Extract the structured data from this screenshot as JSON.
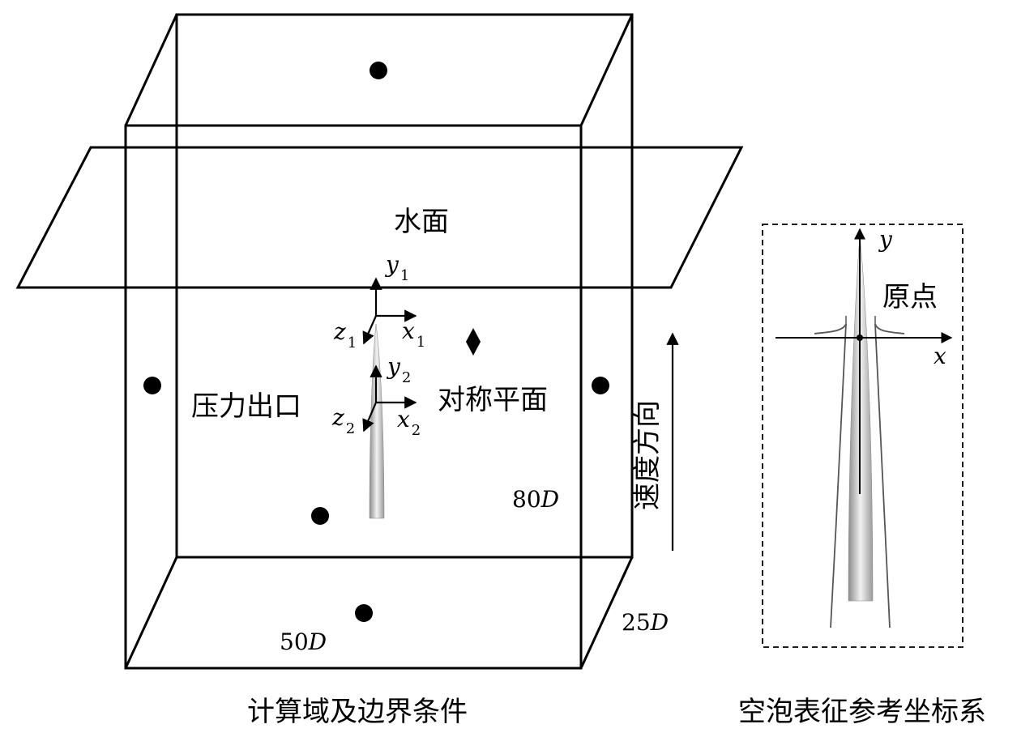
{
  "left_panel": {
    "water_surface": "水面",
    "pressure_outlet": "压力出口",
    "symmetry_plane": "对称平面",
    "velocity_direction": "速度方向",
    "dim_height_num": "80",
    "dim_height_unit": "D",
    "dim_width_num": "50",
    "dim_width_unit": "D",
    "dim_depth_num": "25",
    "dim_depth_unit": "D",
    "axes": {
      "y1": "y",
      "y1_sub": "1",
      "x1": "x",
      "x1_sub": "1",
      "z1": "z",
      "z1_sub": "1",
      "y2": "y",
      "y2_sub": "2",
      "x2": "x",
      "x2_sub": "2",
      "z2": "z",
      "z2_sub": "2"
    },
    "caption": "计算域及边界条件"
  },
  "right_panel": {
    "y_axis": "y",
    "x_axis": "x",
    "origin": "原点",
    "caption": "空泡表征参考坐标系"
  },
  "colors": {
    "line": "#000000",
    "body_gradient_dark": "#9a9a9a",
    "body_gradient_light": "#f0f0f0"
  }
}
